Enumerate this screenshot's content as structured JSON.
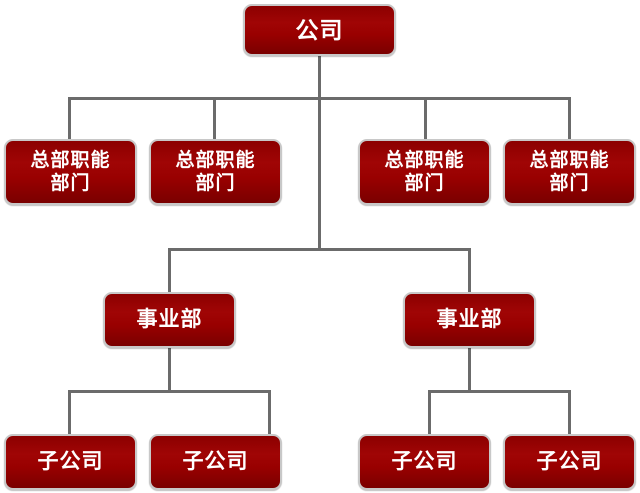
{
  "chart_data": {
    "type": "diagram",
    "title": "",
    "subtype": "organization-chart",
    "orientation": "top-down",
    "levels": 4,
    "node_style": {
      "fill": "#8f0101",
      "border": "#c8c8c8",
      "text": "#ffffff",
      "connector": "#6b6b6b"
    },
    "nodes": [
      {
        "id": "n0",
        "level": 0,
        "label": "公司"
      },
      {
        "id": "n1",
        "level": 1,
        "label": "总部职能\n部门"
      },
      {
        "id": "n2",
        "level": 1,
        "label": "总部职能\n部门"
      },
      {
        "id": "n3",
        "level": 1,
        "label": "总部职能\n部门"
      },
      {
        "id": "n4",
        "level": 1,
        "label": "总部职能\n部门"
      },
      {
        "id": "n5",
        "level": 2,
        "label": "事业部"
      },
      {
        "id": "n6",
        "level": 2,
        "label": "事业部"
      },
      {
        "id": "n7",
        "level": 3,
        "label": "子公司"
      },
      {
        "id": "n8",
        "level": 3,
        "label": "子公司"
      },
      {
        "id": "n9",
        "level": 3,
        "label": "子公司"
      },
      {
        "id": "n10",
        "level": 3,
        "label": "子公司"
      }
    ],
    "edges": [
      {
        "from": "n0",
        "to": "n1"
      },
      {
        "from": "n0",
        "to": "n2"
      },
      {
        "from": "n0",
        "to": "n3"
      },
      {
        "from": "n0",
        "to": "n4"
      },
      {
        "from": "n0",
        "to": "n5"
      },
      {
        "from": "n0",
        "to": "n6"
      },
      {
        "from": "n5",
        "to": "n7"
      },
      {
        "from": "n5",
        "to": "n8"
      },
      {
        "from": "n6",
        "to": "n9"
      },
      {
        "from": "n6",
        "to": "n10"
      }
    ]
  },
  "diagram": {
    "company": "公司",
    "hq_dept_1": "总部职能\n部门",
    "hq_dept_2": "总部职能\n部门",
    "hq_dept_3": "总部职能\n部门",
    "hq_dept_4": "总部职能\n部门",
    "division_1": "事业部",
    "division_2": "事业部",
    "subsidiary_1": "子公司",
    "subsidiary_2": "子公司",
    "subsidiary_3": "子公司",
    "subsidiary_4": "子公司"
  }
}
